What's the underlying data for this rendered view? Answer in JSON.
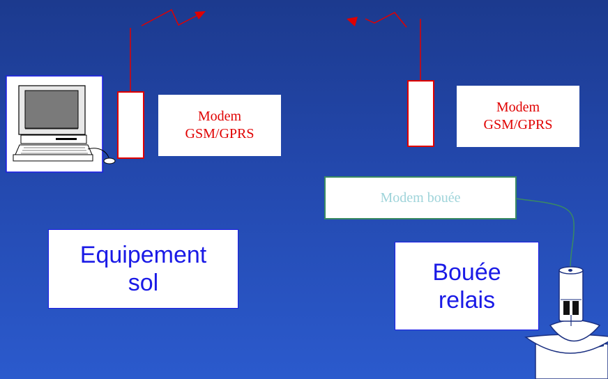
{
  "ground_modem": {
    "line1": "Modem",
    "line2": "GSM/GPRS"
  },
  "buoy_gsm_modem": {
    "line1": "Modem",
    "line2": "GSM/GPRS"
  },
  "buoy_modem": {
    "label": "Modem bouée"
  },
  "ground_equipment": {
    "line1": "Equipement",
    "line2": "sol"
  },
  "relay_buoy": {
    "line1": "Bouée",
    "line2": "relais"
  },
  "colors": {
    "background_top": "#1c3a8e",
    "background_bottom": "#2b5acd",
    "radio_red": "#e00000",
    "label_blue": "#1a1ae6",
    "buoy_modem_text": "#9fd4da",
    "cable_green": "#3a8a62"
  },
  "icons": {
    "computer": "computer-workstation-icon",
    "signal_left": "radio-wave-icon",
    "signal_right": "radio-wave-icon",
    "buoy": "buoy-icon"
  }
}
